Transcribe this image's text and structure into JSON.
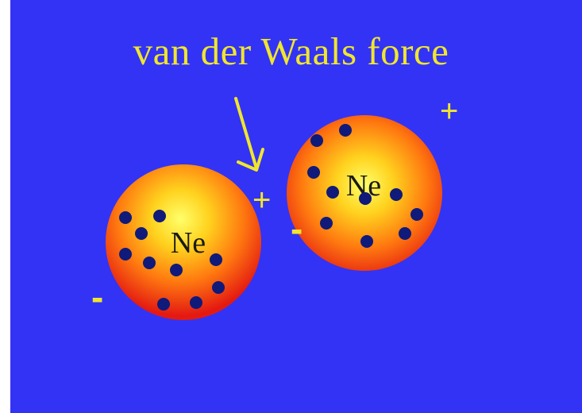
{
  "title": "van der Waals force",
  "atoms": [
    {
      "label": "Ne"
    },
    {
      "label": "Ne"
    }
  ],
  "charges": {
    "left_atom_negative": "-",
    "left_atom_positive": "+",
    "right_atom_negative": "-",
    "right_atom_positive": "+"
  },
  "colors": {
    "background": "#3333f5",
    "text_accent": "#f0e62d",
    "atom_core": "#ffff66",
    "atom_edge": "#e01010",
    "electron": "#0f1a7a"
  }
}
